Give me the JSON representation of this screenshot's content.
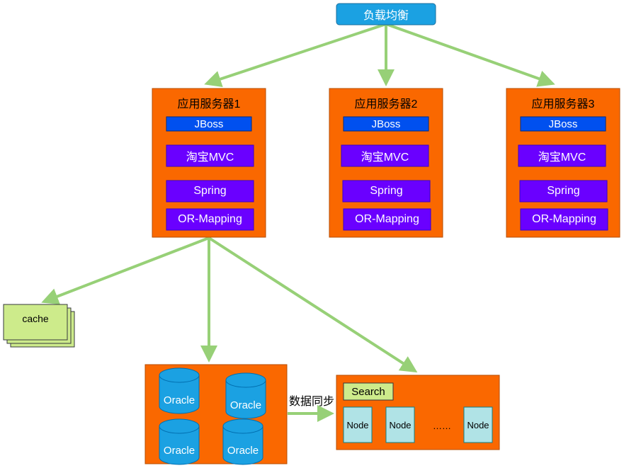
{
  "load_balancer": {
    "label": "负载均衡"
  },
  "servers": [
    {
      "title": "应用服务器1",
      "layers": [
        "JBoss",
        "淘宝MVC",
        "Spring",
        "OR-Mapping"
      ]
    },
    {
      "title": "应用服务器2",
      "layers": [
        "JBoss",
        "淘宝MVC",
        "Spring",
        "OR-Mapping"
      ]
    },
    {
      "title": "应用服务器3",
      "layers": [
        "JBoss",
        "淘宝MVC",
        "Spring",
        "OR-Mapping"
      ]
    }
  ],
  "cache": {
    "label": "cache"
  },
  "database": {
    "nodes": [
      "Oracle",
      "Oracle",
      "Oracle",
      "Oracle"
    ]
  },
  "sync": {
    "label": "数据同步"
  },
  "search": {
    "title": "Search",
    "nodes": [
      "Node",
      "Node",
      "Node"
    ],
    "ellipsis": "……"
  },
  "colors": {
    "orange": "#fa6800",
    "jboss_blue": "#0050ef",
    "purple": "#6a00ff",
    "lb_blue": "#1ba1e2",
    "arrow_green": "#97d077",
    "cache_green": "#cdeb8b",
    "node_teal": "#b0e3e6"
  }
}
